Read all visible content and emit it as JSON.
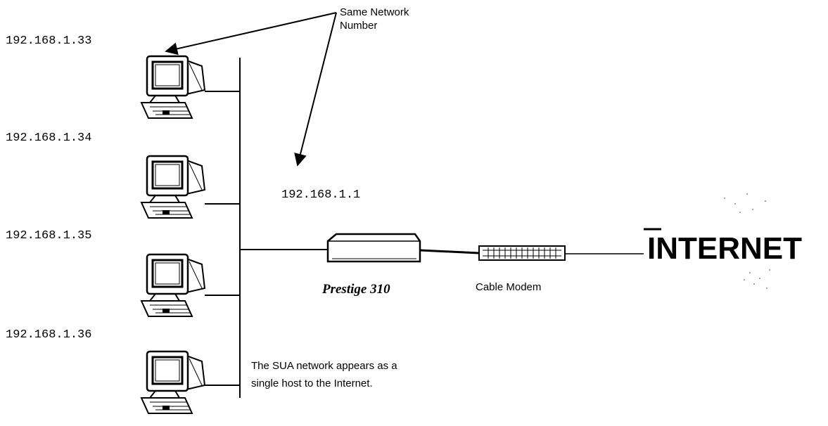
{
  "diagram": {
    "annotation_top": {
      "line1": "Same Network",
      "line2": "Number"
    },
    "hosts": [
      {
        "ip": "192.168.1.33"
      },
      {
        "ip": "192.168.1.34"
      },
      {
        "ip": "192.168.1.35"
      },
      {
        "ip": "192.168.1.36"
      }
    ],
    "router_ip": "192.168.1.1",
    "router_label": "Prestige 310",
    "modem_label": "Cable Modem",
    "internet_label": "INTERNET",
    "note": {
      "line1": "The SUA network appears as a",
      "line2": "single host to the Internet."
    }
  }
}
